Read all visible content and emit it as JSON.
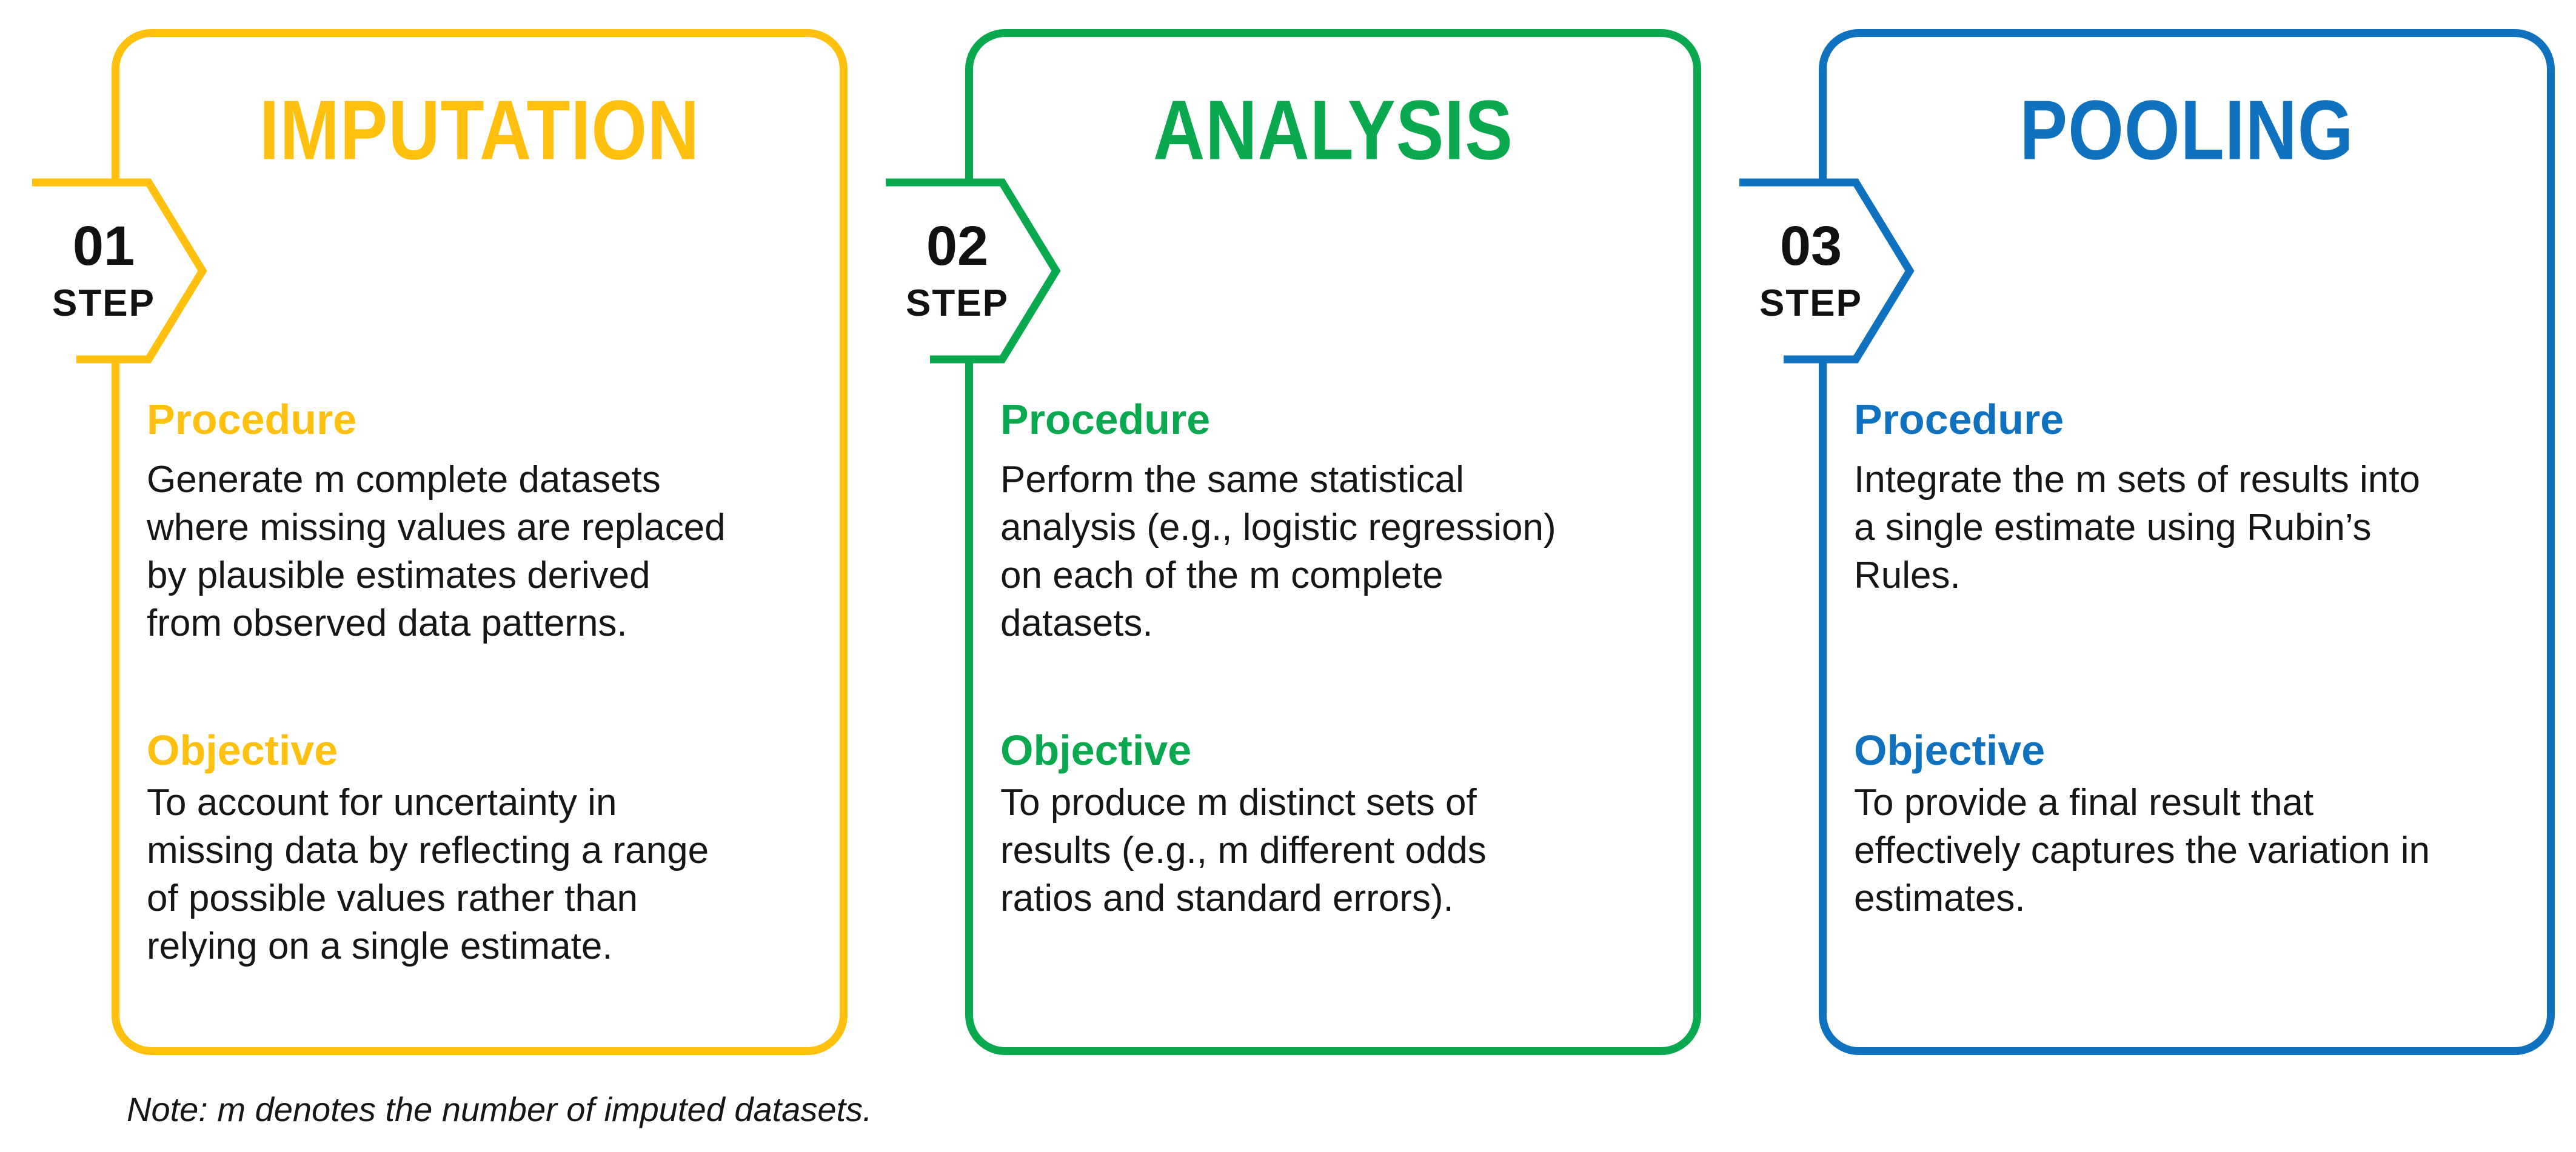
{
  "figure": {
    "note": "Note: m denotes the number of imputed datasets.",
    "steps": [
      {
        "number": "01",
        "step_label": "STEP",
        "title": "IMPUTATION",
        "color": "#FFC010",
        "procedure_heading": "Procedure",
        "procedure_lines": [
          "Generate m complete datasets",
          "where missing values are replaced",
          "by plausible estimates derived",
          "from observed data patterns."
        ],
        "objective_heading": "Objective",
        "objective_lines": [
          "To account for uncertainty in",
          "missing data by reflecting a range",
          "of possible values rather than",
          "relying on a single estimate."
        ]
      },
      {
        "number": "02",
        "step_label": "STEP",
        "title": "ANALYSIS",
        "color": "#0AA84F",
        "procedure_heading": "Procedure",
        "procedure_lines": [
          "Perform the same statistical",
          "analysis (e.g., logistic regression)",
          "on each of the m complete",
          "datasets."
        ],
        "objective_heading": "Objective",
        "objective_lines": [
          "To produce m distinct sets of",
          "results (e.g., m different odds",
          "ratios and standard errors)."
        ]
      },
      {
        "number": "03",
        "step_label": "STEP",
        "title": "POOLING",
        "color": "#1072BE",
        "procedure_heading": "Procedure",
        "procedure_lines": [
          "Integrate the m sets of results into",
          "a single estimate using Rubin’s",
          "Rules."
        ],
        "objective_heading": "Objective",
        "objective_lines": [
          "To provide a final result that",
          "effectively captures the variation in",
          "estimates."
        ]
      }
    ]
  }
}
